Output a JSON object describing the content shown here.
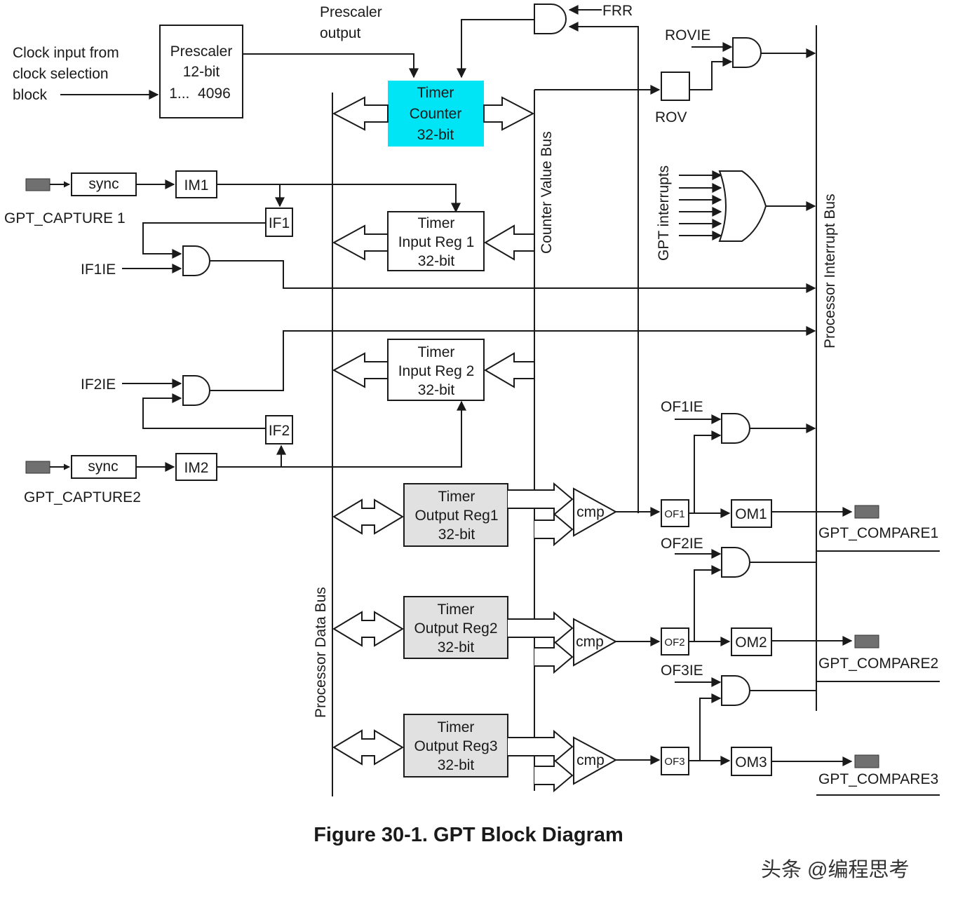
{
  "inputs": {
    "clock_source": [
      "Clock input from",
      "clock selection",
      "block"
    ],
    "capture1": "GPT_CAPTURE 1",
    "capture2": "GPT_CAPTURE2"
  },
  "prescaler": {
    "block_lines": [
      "Prescaler",
      "12-bit",
      "1...  4096"
    ],
    "output_label": [
      "Prescaler",
      "output"
    ]
  },
  "counter": {
    "lines": [
      "Timer",
      "Counter",
      "32-bit"
    ],
    "highlight_color": "#00e5f5"
  },
  "signals": {
    "frr": "FRR",
    "rovie": "ROVIE",
    "rov": "ROV",
    "gpt_interrupts": "GPT interrupts",
    "if1ie": "IF1IE",
    "if2ie": "IF2IE",
    "of1ie": "OF1IE",
    "of2ie": "OF2IE",
    "of3ie": "OF3IE"
  },
  "buses": {
    "counter_value": "Counter Value Bus",
    "processor_interrupt": "Processor Interrupt Bus",
    "processor_data": "Processor Data Bus"
  },
  "capture_path": {
    "sync": "sync",
    "im1": "IM1",
    "im2": "IM2",
    "if1": "IF1",
    "if2": "IF2",
    "input_reg1": [
      "Timer",
      "Input Reg 1",
      "32-bit"
    ],
    "input_reg2": [
      "Timer",
      "Input Reg 2",
      "32-bit"
    ]
  },
  "compare_path": {
    "output_reg1": [
      "Timer",
      "Output Reg1",
      "32-bit"
    ],
    "output_reg2": [
      "Timer",
      "Output Reg2",
      "32-bit"
    ],
    "output_reg3": [
      "Timer",
      "Output Reg3",
      "32-bit"
    ],
    "cmp": "cmp",
    "of1": "OF1",
    "of2": "OF2",
    "of3": "OF3",
    "om1": "OM1",
    "om2": "OM2",
    "om3": "OM3",
    "compare1": "GPT_COMPARE1",
    "compare2": "GPT_COMPARE2",
    "compare3": "GPT_COMPARE3"
  },
  "caption": "Figure 30-1. GPT Block Diagram",
  "watermark": "头条 @编程思考"
}
